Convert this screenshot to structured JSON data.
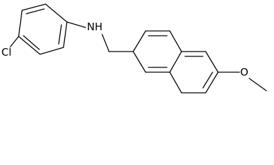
{
  "molecule": {
    "substituent_chlorine": "Cl",
    "linker_amine": "NH",
    "substituent_methoxy_oxygen": "O",
    "bond_color": "#000000",
    "background_color": "#ffffff"
  }
}
